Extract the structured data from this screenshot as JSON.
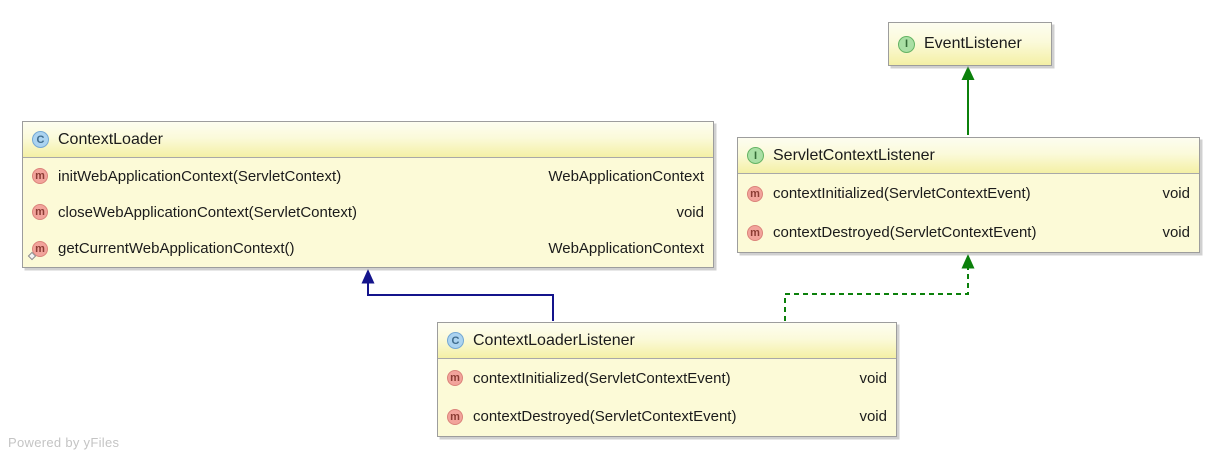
{
  "diagram": {
    "watermark": "Powered by yFiles",
    "badges": {
      "class_letter": "C",
      "interface_letter": "I",
      "method_letter": "m"
    },
    "colors": {
      "node_border": "#9d9d9d",
      "header_gradient_top": "#fdfdf0",
      "header_gradient_bottom": "#f4f0a5",
      "body_fill": "#fcfad7",
      "extends_class_arrow": "#14148c",
      "interface_arrow": "#0b800b",
      "text": "#1b1b1b"
    },
    "nodes": [
      {
        "kind": "interface",
        "title": "EventListener",
        "methods": []
      },
      {
        "kind": "class",
        "title": "ContextLoader",
        "methods": [
          {
            "name": "initWebApplicationContext(ServletContext)",
            "returns": "WebApplicationContext",
            "static": false
          },
          {
            "name": "closeWebApplicationContext(ServletContext)",
            "returns": "void",
            "static": false
          },
          {
            "name": "getCurrentWebApplicationContext()",
            "returns": "WebApplicationContext",
            "static": true
          }
        ]
      },
      {
        "kind": "interface",
        "title": "ServletContextListener",
        "methods": [
          {
            "name": "contextInitialized(ServletContextEvent)",
            "returns": "void",
            "static": false
          },
          {
            "name": "contextDestroyed(ServletContextEvent)",
            "returns": "void",
            "static": false
          }
        ]
      },
      {
        "kind": "class",
        "title": "ContextLoaderListener",
        "methods": [
          {
            "name": "contextInitialized(ServletContextEvent)",
            "returns": "void",
            "static": false
          },
          {
            "name": "contextDestroyed(ServletContextEvent)",
            "returns": "void",
            "static": false
          }
        ]
      }
    ],
    "edges": [
      {
        "from": "ServletContextListener",
        "to": "EventListener",
        "type": "extends",
        "line": "solid green"
      },
      {
        "from": "ContextLoaderListener",
        "to": "ContextLoader",
        "type": "extends",
        "line": "solid blue"
      },
      {
        "from": "ContextLoaderListener",
        "to": "ServletContextListener",
        "type": "implements",
        "line": "dashed green"
      }
    ]
  }
}
